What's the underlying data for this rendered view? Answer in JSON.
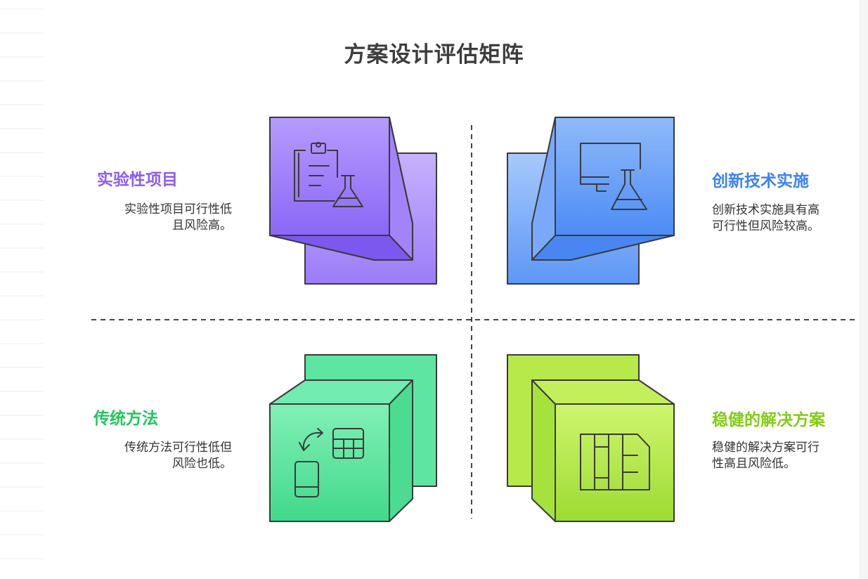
{
  "title": "方案设计评估矩阵",
  "quadrants": {
    "top_left": {
      "title": "实验性项目",
      "desc_line1": "实验性项目可行性低",
      "desc_line2": "且风险高。",
      "icon": "clipboard-flask-icon",
      "color": "#8b5cf6"
    },
    "top_right": {
      "title": "创新技术实施",
      "desc_line1": "创新技术实施具有高",
      "desc_line2": "可行性但风险较高。",
      "icon": "monitor-flask-icon",
      "color": "#3b82f6"
    },
    "bottom_left": {
      "title": "传统方法",
      "desc_line1": "传统方法可行性低但",
      "desc_line2": "风险也低。",
      "icon": "phone-table-icon",
      "color": "#22c55e"
    },
    "bottom_right": {
      "title": "稳健的解决方案",
      "desc_line1": "稳健的解决方案可行",
      "desc_line2": "性高且风险低。",
      "icon": "columns-icon",
      "color": "#84cc16"
    }
  }
}
